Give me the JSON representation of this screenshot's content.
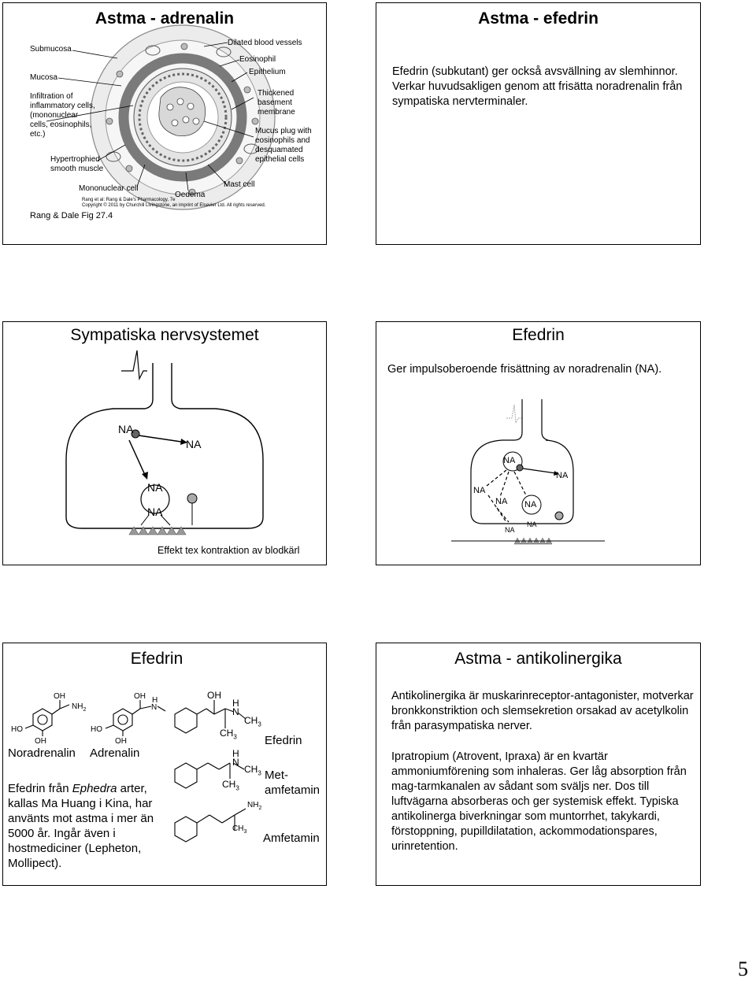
{
  "slides": {
    "s1": {
      "title": "Astma - adrenalin",
      "labels": {
        "submucosa": "Submucosa",
        "mucosa": "Mucosa",
        "infiltration1": "Infiltration of",
        "infiltration2": "inflammatory cells,",
        "infiltration3": "(mononuclear",
        "infiltration4": "cells, eosinophils,",
        "infiltration5": "etc.)",
        "hyper1": "Hypertrophied",
        "hyper2": "smooth muscle",
        "dilated": "Dilated blood vessels",
        "eosinophil": "Eosinophil",
        "epithelium": "Epithelium",
        "thick1": "Thickened",
        "thick2": "basement",
        "thick3": "membrane",
        "mucus1": "Mucus plug with",
        "mucus2": "eosinophils and",
        "mucus3": "desquamated",
        "mucus4": "epithelial cells",
        "mononuclear": "Mononuclear cell",
        "oedema": "Oedema",
        "mast": "Mast cell",
        "copy1": "Rang et al: Rang & Dale's Pharmacology, 7e",
        "copy2": "Copyright © 2011 by Churchill Livingstone, an imprint of Elsevier Ltd. All rights reserved."
      },
      "caption": "Rang & Dale Fig 27.4"
    },
    "s2": {
      "title": "Astma - efedrin",
      "body": "Efedrin (subkutant) ger också avsvällning av slemhinnor. Verkar huvudsakligen genom att frisätta noradrenalin från sympatiska nervterminaler."
    },
    "s3": {
      "title": "Sympatiska nervsystemet",
      "na": "NA",
      "caption": "Effekt tex kontraktion av blodkärl"
    },
    "s4": {
      "title": "Efedrin",
      "body": "Ger impulsoberoende frisättning av noradrenalin (NA).",
      "na": "NA"
    },
    "s5": {
      "title": "Efedrin",
      "chem": {
        "oh": "OH",
        "nh2": "NH",
        "nh2sub": "2",
        "ho": "HO",
        "h": "H",
        "n": "N",
        "ch": "CH",
        "sub3": "3"
      },
      "noradrenalin": "Noradrenalin",
      "adrenalin": "Adrenalin",
      "efedrin_label": "Efedrin",
      "met1": "Met-",
      "met2": "amfetamin",
      "amfetamin": "Amfetamin",
      "body_pre": "Efedrin från ",
      "body_italic": "Ephedra",
      "body_post": " arter, kallas Ma Huang i Kina, har använts mot astma i mer än 5000 år. Ingår även i hostmediciner (Lepheton, Mollipect)."
    },
    "s6": {
      "title": "Astma - antikolinergika",
      "p1": "Antikolinergika är muskarinreceptor-antagonister, motverkar bronkkonstriktion och slemsekretion orsakad av acetylkolin från parasympatiska nerver.",
      "p2": "Ipratropium (Atrovent, Ipraxa) är en kvartär ammoniumförening som inhaleras. Ger låg absorption från mag-tarmkanalen av sådant som sväljs ner. Dos till luftvägarna absorberas och ger systemisk effekt. Typiska antikolinerga biverkningar som muntorrhet, takykardi, förstoppning, pupilldilatation, ackommodationspares, urinretention."
    }
  },
  "page_number": "5"
}
